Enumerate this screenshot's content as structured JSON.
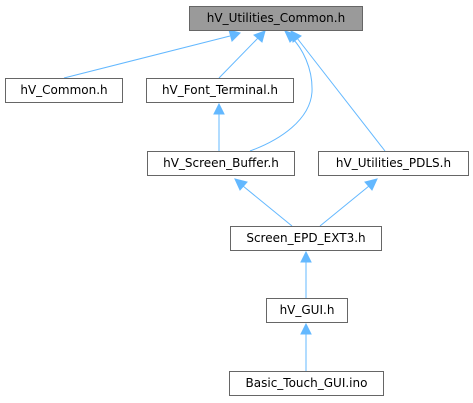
{
  "nodes": [
    {
      "label": "hV_Utilities_Common.h"
    },
    {
      "label": "hV_Common.h"
    },
    {
      "label": "hV_Font_Terminal.h"
    },
    {
      "label": "hV_Screen_Buffer.h"
    },
    {
      "label": "hV_Utilities_PDLS.h"
    },
    {
      "label": "Screen_EPD_EXT3.h"
    },
    {
      "label": "hV_GUI.h"
    },
    {
      "label": "Basic_Touch_GUI.ino"
    }
  ],
  "colors": {
    "root_fill": "#9a9a9a",
    "node_fill": "#ffffff",
    "node_border": "#666666",
    "edge": "#63b8ff"
  }
}
